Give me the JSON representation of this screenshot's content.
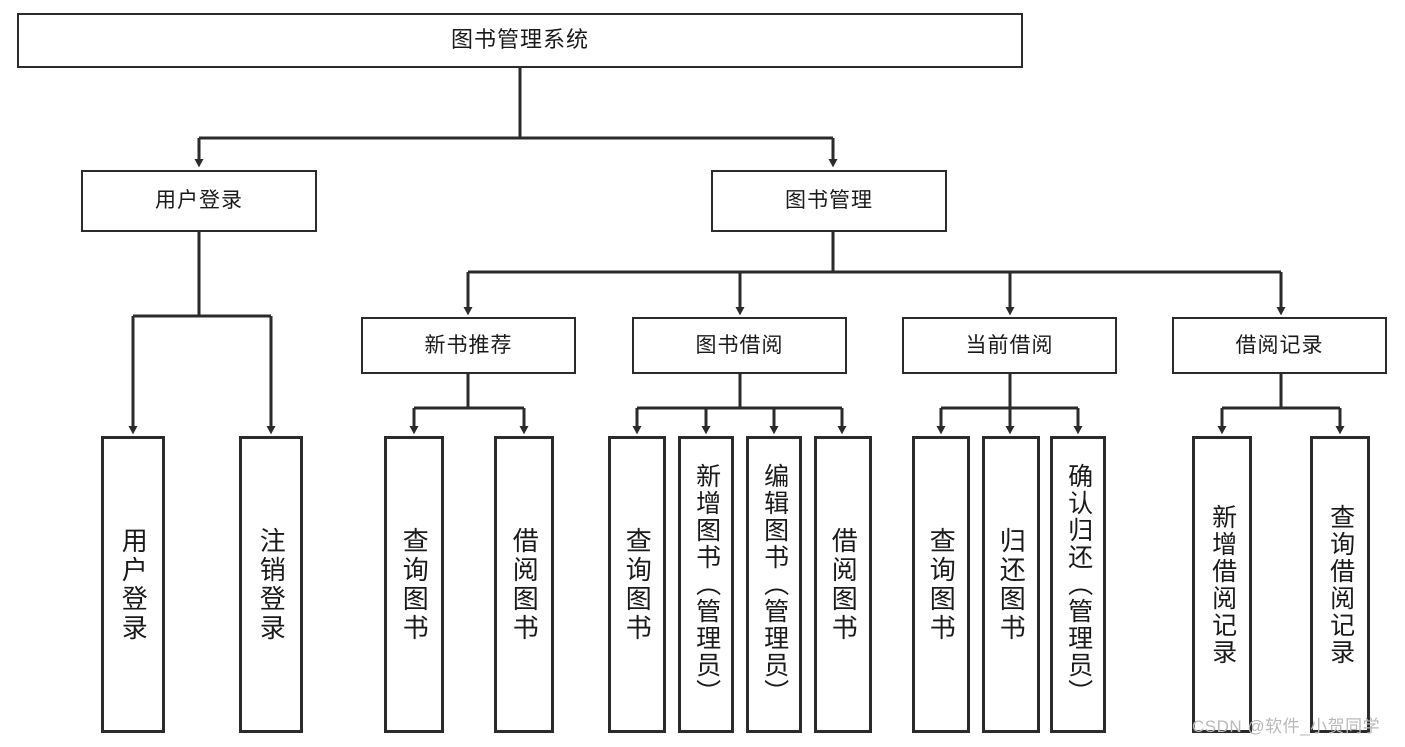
{
  "diagram": {
    "type": "tree",
    "title": "图书管理系统",
    "watermark": "CSDN @软件_小贺同学",
    "colors": {
      "background": "#ffffff",
      "stroke": "#2b2b2b",
      "text": "#1a1a1a",
      "watermark": "#b9b9b9"
    },
    "nodes": {
      "root": {
        "label": "图书管理系统",
        "level": 1
      },
      "l2": [
        {
          "id": "user-login",
          "label": "用户登录",
          "level": 2
        },
        {
          "id": "book-manage",
          "label": "图书管理",
          "level": 2
        }
      ],
      "l3": [
        {
          "id": "new-book-recommend",
          "label": "新书推荐",
          "level": 3
        },
        {
          "id": "book-borrow",
          "label": "图书借阅",
          "level": 3
        },
        {
          "id": "current-borrow",
          "label": "当前借阅",
          "level": 3
        },
        {
          "id": "borrow-record",
          "label": "借阅记录",
          "level": 3
        }
      ],
      "leaves": {
        "user-login": [
          {
            "id": "leaf-user-login",
            "label": "用户登录"
          },
          {
            "id": "leaf-user-logout",
            "label": "注销登录"
          }
        ],
        "new-book-recommend": [
          {
            "id": "leaf-query-book-1",
            "label": "查询图书"
          },
          {
            "id": "leaf-borrow-book-1",
            "label": "借阅图书"
          }
        ],
        "book-borrow": [
          {
            "id": "leaf-query-book-2",
            "label": "查询图书"
          },
          {
            "id": "leaf-add-book",
            "label": "新增图书（管理员）"
          },
          {
            "id": "leaf-edit-book",
            "label": "编辑图书（管理员）"
          },
          {
            "id": "leaf-borrow-book-2",
            "label": "借阅图书"
          }
        ],
        "current-borrow": [
          {
            "id": "leaf-query-book-3",
            "label": "查询图书"
          },
          {
            "id": "leaf-return-book",
            "label": "归还图书"
          },
          {
            "id": "leaf-confirm-return",
            "label": "确认归还（管理员）"
          }
        ],
        "borrow-record": [
          {
            "id": "leaf-add-record",
            "label": "新增借阅记录"
          },
          {
            "id": "leaf-query-record",
            "label": "查询借阅记录"
          }
        ]
      }
    }
  }
}
